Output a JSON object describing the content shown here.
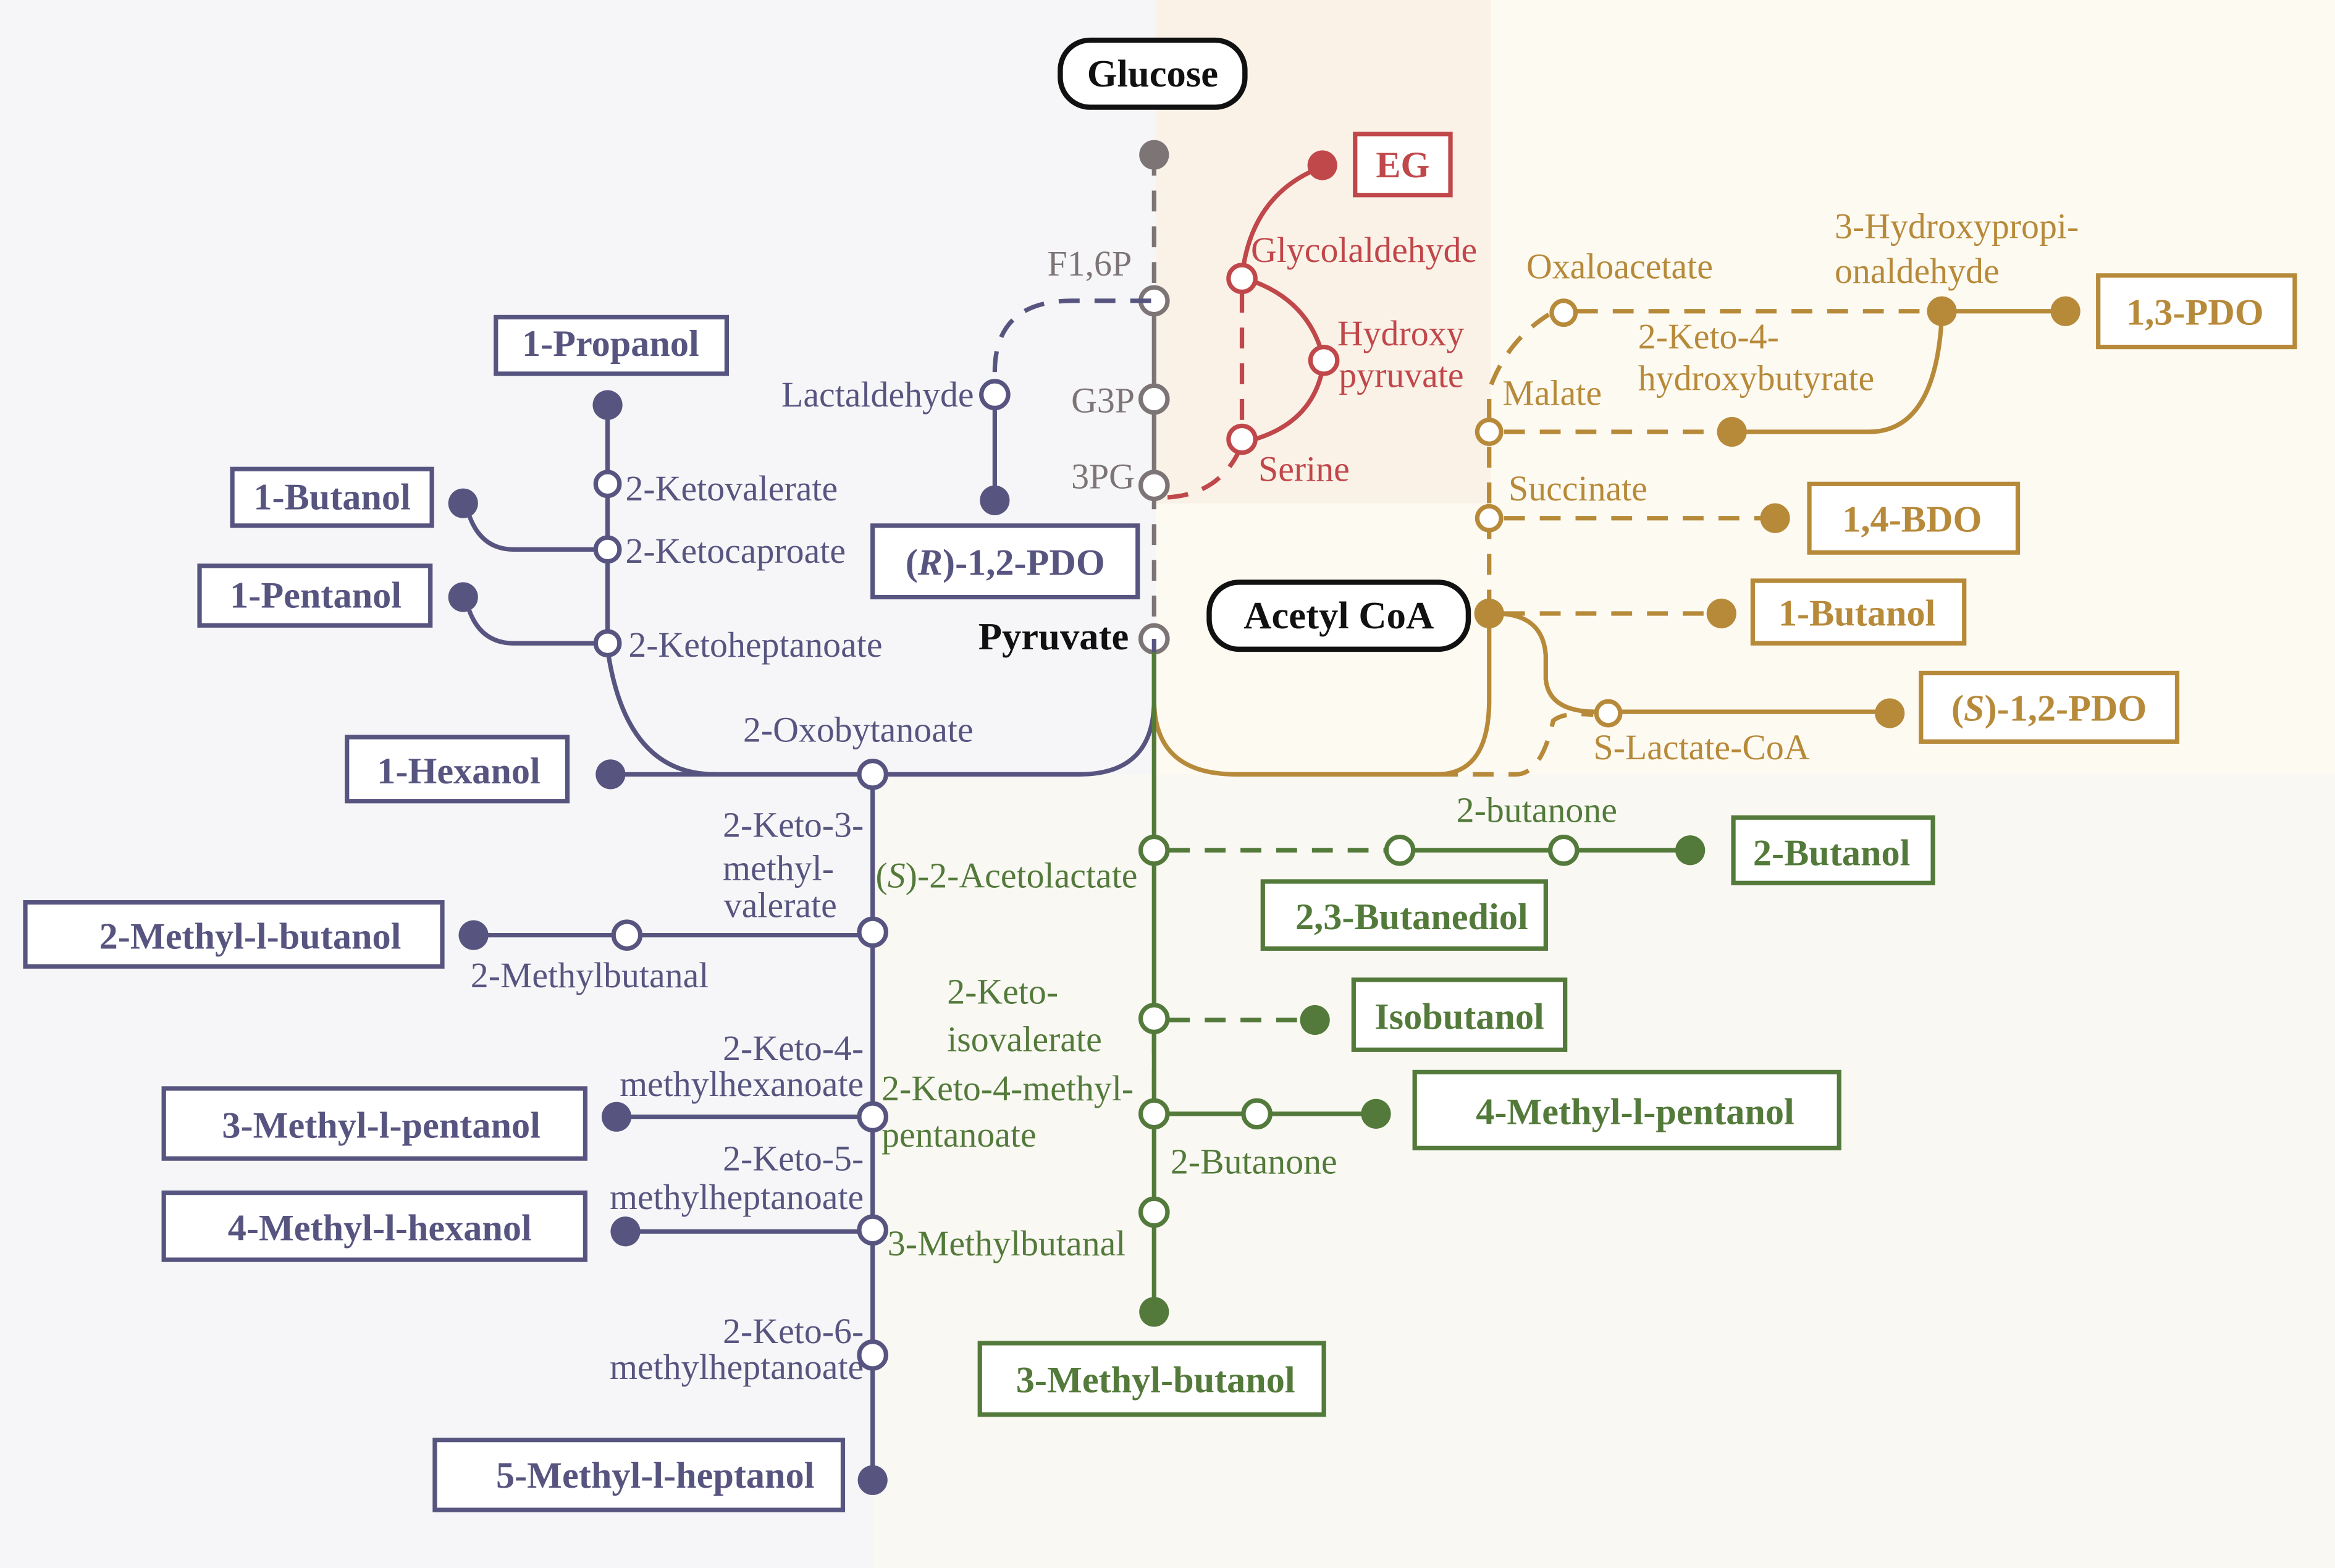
{
  "title": "Metabolic pathways from glucose to alcohols and diols",
  "colors": {
    "glycolysis": "#7d7575",
    "ketoacid": "#575580",
    "serine": "#c0474a",
    "tca": "#b78a3a",
    "acetolactate": "#537a3a",
    "hub_border": "#111111",
    "bg_left": "#f6f6f8",
    "bg_serine": "#faf1e7",
    "bg_tca": "#fdfaf2",
    "bg_bottom": "#f9f8f3"
  },
  "hubs": {
    "glucose": "Glucose",
    "acetyl_coa": "Acetyl CoA",
    "pyruvate": "Pyruvate"
  },
  "glycolysis": {
    "f16p": "F1,6P",
    "g3p": "G3P",
    "pg3": "3PG"
  },
  "purple": {
    "lactaldehyde": "Lactaldehyde",
    "r12pdo_italic": "R",
    "r12pdo_rest": "-1,2-PDO",
    "r12pdo_open": "(",
    "r12pdo_close": ")",
    "propanol": "1-Propanol",
    "butanol": "1-Butanol",
    "pentanol": "1-Pentanol",
    "hexanol": "1-Hexanol",
    "ketovalerate": "2-Ketovalerate",
    "ketocaproate": "2-Ketocaproate",
    "ketoheptanoate": "2-Ketoheptanoate",
    "oxobutanoate": "2-Oxobytanoate",
    "k3m_1": "2-Keto-3-",
    "k3m_2": "methyl-",
    "k3m_3": "valerate",
    "methylbutanal": "2-Methylbutanal",
    "methylbutanol": "2-Methyl-l-butanol",
    "k4m_1": "2-Keto-4-",
    "k4m_2": "methylhexanoate",
    "m3pentanol": "3-Methyl-l-pentanol",
    "k5m_1": "2-Keto-5-",
    "k5m_2": "methylheptanoate",
    "m4hexanol": "4-Methyl-l-hexanol",
    "k6m_1": "2-Keto-6-",
    "k6m_2": "methylheptanoate",
    "m5heptanol": "5-Methyl-l-heptanol"
  },
  "red": {
    "eg": "EG",
    "glycolaldehyde": "Glycolaldehyde",
    "hydroxy_1": "Hydroxy",
    "hydroxy_2": "pyruvate",
    "serine": "Serine"
  },
  "gold": {
    "oxaloacetate": "Oxaloacetate",
    "hpa_1": "3-Hydroxypropi-",
    "hpa_2": "onaldehyde",
    "pdo13": "1,3-PDO",
    "khb_1": "2-Keto-4-",
    "khb_2": "hydroxybutyrate",
    "malate": "Malate",
    "succinate": "Succinate",
    "bdo14": "1,4-BDO",
    "butanol": "1-Butanol",
    "lactate_coa": "S-Lactate-CoA",
    "s12pdo_open": "(",
    "s12pdo_italic": "S",
    "s12pdo_rest": ")-1,2-PDO"
  },
  "green": {
    "acetolactate_open": "(",
    "acetolactate_italic": "S",
    "acetolactate_rest": ")-2-Acetolactate",
    "butanone_lower": "2-butanone",
    "butanol2": "2-Butanol",
    "butanediol": "2,3-Butanediol",
    "kiv_1": "2-Keto-",
    "kiv_2": "isovalerate",
    "isobutanol": "Isobutanol",
    "k4mp_1": "2-Keto-4-methyl-",
    "k4mp_2": "pentanoate",
    "butanone_upper": "2-Butanone",
    "m4pentanol": "4-Methyl-l-pentanol",
    "methylbutanal3": "3-Methylbutanal",
    "methylbutanol3": "3-Methyl-butanol"
  }
}
